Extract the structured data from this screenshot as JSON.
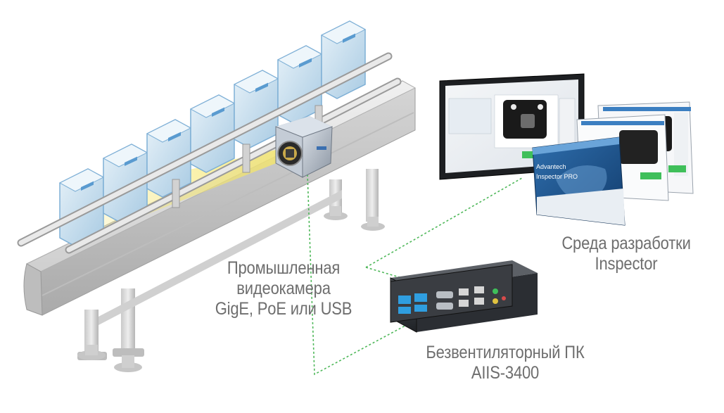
{
  "labels": {
    "camera": [
      "Промышленная",
      "видеокамера",
      "GigE, PoE или USB"
    ],
    "ide": [
      "Среда разработки",
      "Inspector"
    ],
    "pc": [
      "Безвентиляторный ПК",
      "AIIS-3400"
    ]
  },
  "software_box": {
    "line1": "Advantech",
    "line2": "Inspector PRO"
  },
  "colors": {
    "connector": "#4fb85a",
    "light_beam": "#f2e36a",
    "box_blue": "#bcd7ea",
    "conveyor": "#d9d9d9",
    "label": "#6e6e6e"
  },
  "icons": {
    "camera": "camera-icon",
    "pc": "fanless-pc-icon",
    "monitor": "monitor-icon",
    "product": "package-icon"
  }
}
